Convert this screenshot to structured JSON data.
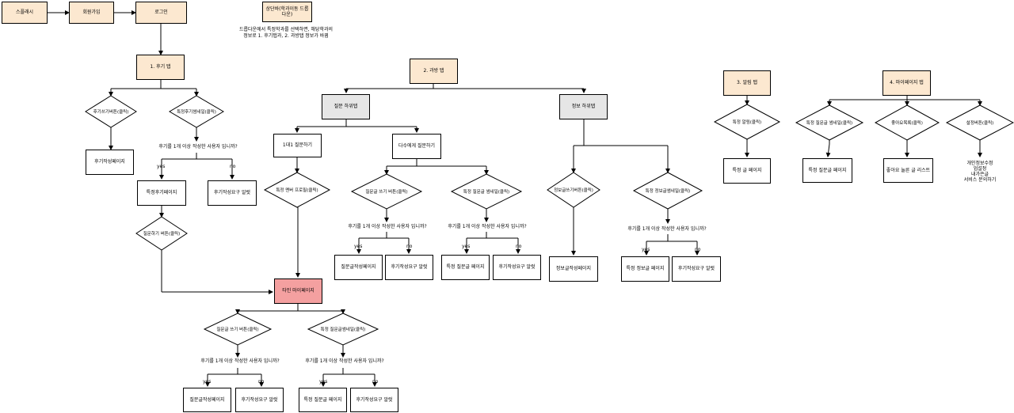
{
  "top": {
    "splash": "스플래시",
    "signup": "회원가입",
    "login": "로그인",
    "topbar": "상단바(학과이동 드롭 다운)",
    "topbar_line1": "드롭다운에서 특정학과를 선택하면, 해당학과의",
    "topbar_line2": "정보로 1. 후기탭과, 2. 과방탭 정보가 바뀜"
  },
  "review_tab": {
    "title": "1. 후기 탭",
    "write_diamond": "후기쓰기버튼(클릭)",
    "write_page": "후기작성페이지",
    "detail_diamond": "특정후기썸네일(클릭)",
    "question": "후기를 1개 이상 작성한 사용자 입니까?",
    "yes": "yes",
    "no": "no",
    "detail_page": "특정후기페이지",
    "request_alert": "후기작성요구 알럿",
    "ask_diamond": "질문하기 버튼(클릭)"
  },
  "other_mypage": {
    "title": "타인 마이페이지",
    "write_diamond": "질문글 쓰기 버튼(클릭)",
    "detail_diamond": "특정 질문글썸네일(클릭)",
    "question": "후기를 1개 이상 작성한 사용자 입니까?",
    "yes": "yes",
    "no": "no",
    "write_page": "질문글작성페이지",
    "request_alert": "후기작성요구 알럿",
    "detail_page": "특정 질문글 페이지",
    "request_alert2": "후기작성요구 알럿"
  },
  "room_tab": {
    "title": "2. 과방 탭",
    "question_sub": "질문 하위탭",
    "info_sub": "정보 하위탭",
    "one_to_one": "1대1 질문하기",
    "many": "다수에게 질문하기",
    "profile_diamond": "특정 멘버 프로필(클릭)",
    "q_write_diamond": "질문글 쓰기 버튼(클릭)",
    "q_detail_diamond": "특정 질문글 썸네일(클릭)",
    "question": "후기를 1개 이상 작성한 사용자 입니까?",
    "yes": "yes",
    "no": "no",
    "q_write_page": "질문글작성페이지",
    "q_alert1": "후기작성요구 알럿",
    "q_detail_page": "특정 질문글 페이지",
    "q_alert2": "후기작성요구 알럿",
    "info_write_diamond": "정보글쓰기버튼(클릭)",
    "info_detail_diamond": "특정 정보글썸네일(클릭)",
    "info_write_page": "정보글작성페이지",
    "info_detail_page": "특정 정보글 페이지",
    "info_alert": "후기작성요구 알럿"
  },
  "alarm_tab": {
    "title": "3. 알림 탭",
    "diamond": "특정 알림(클릭)",
    "page": "특정 글 페이지"
  },
  "mypage_tab": {
    "title": "4. 마이페이지 탭",
    "q_diamond": "특정 질문글 썸네일(클릭)",
    "q_page": "특정 질문글 페이지",
    "like_diamond": "좋아요목록(클릭)",
    "like_page": "좋아요 눌른 글 리스트",
    "settings_diamond": "설정버튼(클릭)",
    "settings_items": [
      "개인정보수정",
      "업설정",
      "내가쓴글",
      "서비스 문의하기"
    ]
  }
}
